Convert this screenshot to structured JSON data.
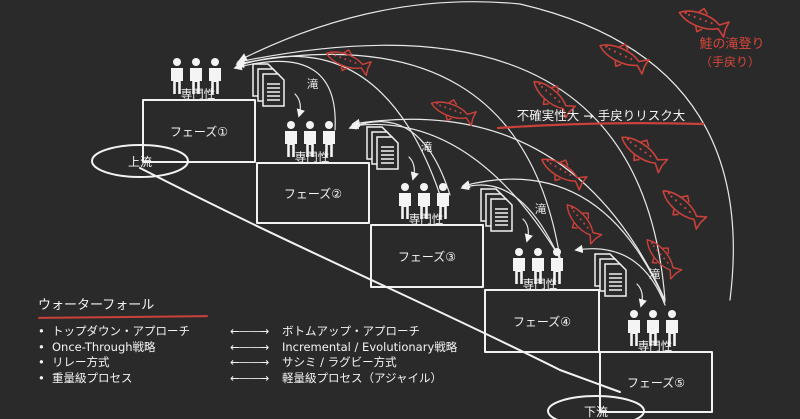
{
  "title_salmon": "鮭の滝登り",
  "title_salmon_sub": "（手戻り）",
  "uncertainty_note": "不確実性大 → 手戻りリスク大",
  "upstream_label": "上流",
  "downstream_label": "下流",
  "expertise_label": "専門性",
  "waterfall_label": "滝",
  "phases": [
    "フェーズ①",
    "フェーズ②",
    "フェーズ③",
    "フェーズ④",
    "フェーズ⑤"
  ],
  "colors": {
    "accent_red": "#c9413a",
    "chalk": "#f2f2f2",
    "background": "#2a2a2a"
  },
  "icons": [
    "person-icon",
    "document-icon",
    "salmon-icon",
    "arrow-icon"
  ],
  "legend": {
    "heading": "ウォーターフォール",
    "bullet": "•",
    "arrow": "←——→",
    "rows": [
      {
        "left": "トップダウン・アプローチ",
        "right": "ボトムアップ・アプローチ"
      },
      {
        "left": "Once-Through戦略",
        "right": "Incremental / Evolutionary戦略"
      },
      {
        "left": "リレー方式",
        "right": "サシミ / ラグビー方式"
      },
      {
        "left": "重量級プロセス",
        "right": "軽量級プロセス（アジャイル）"
      }
    ]
  }
}
